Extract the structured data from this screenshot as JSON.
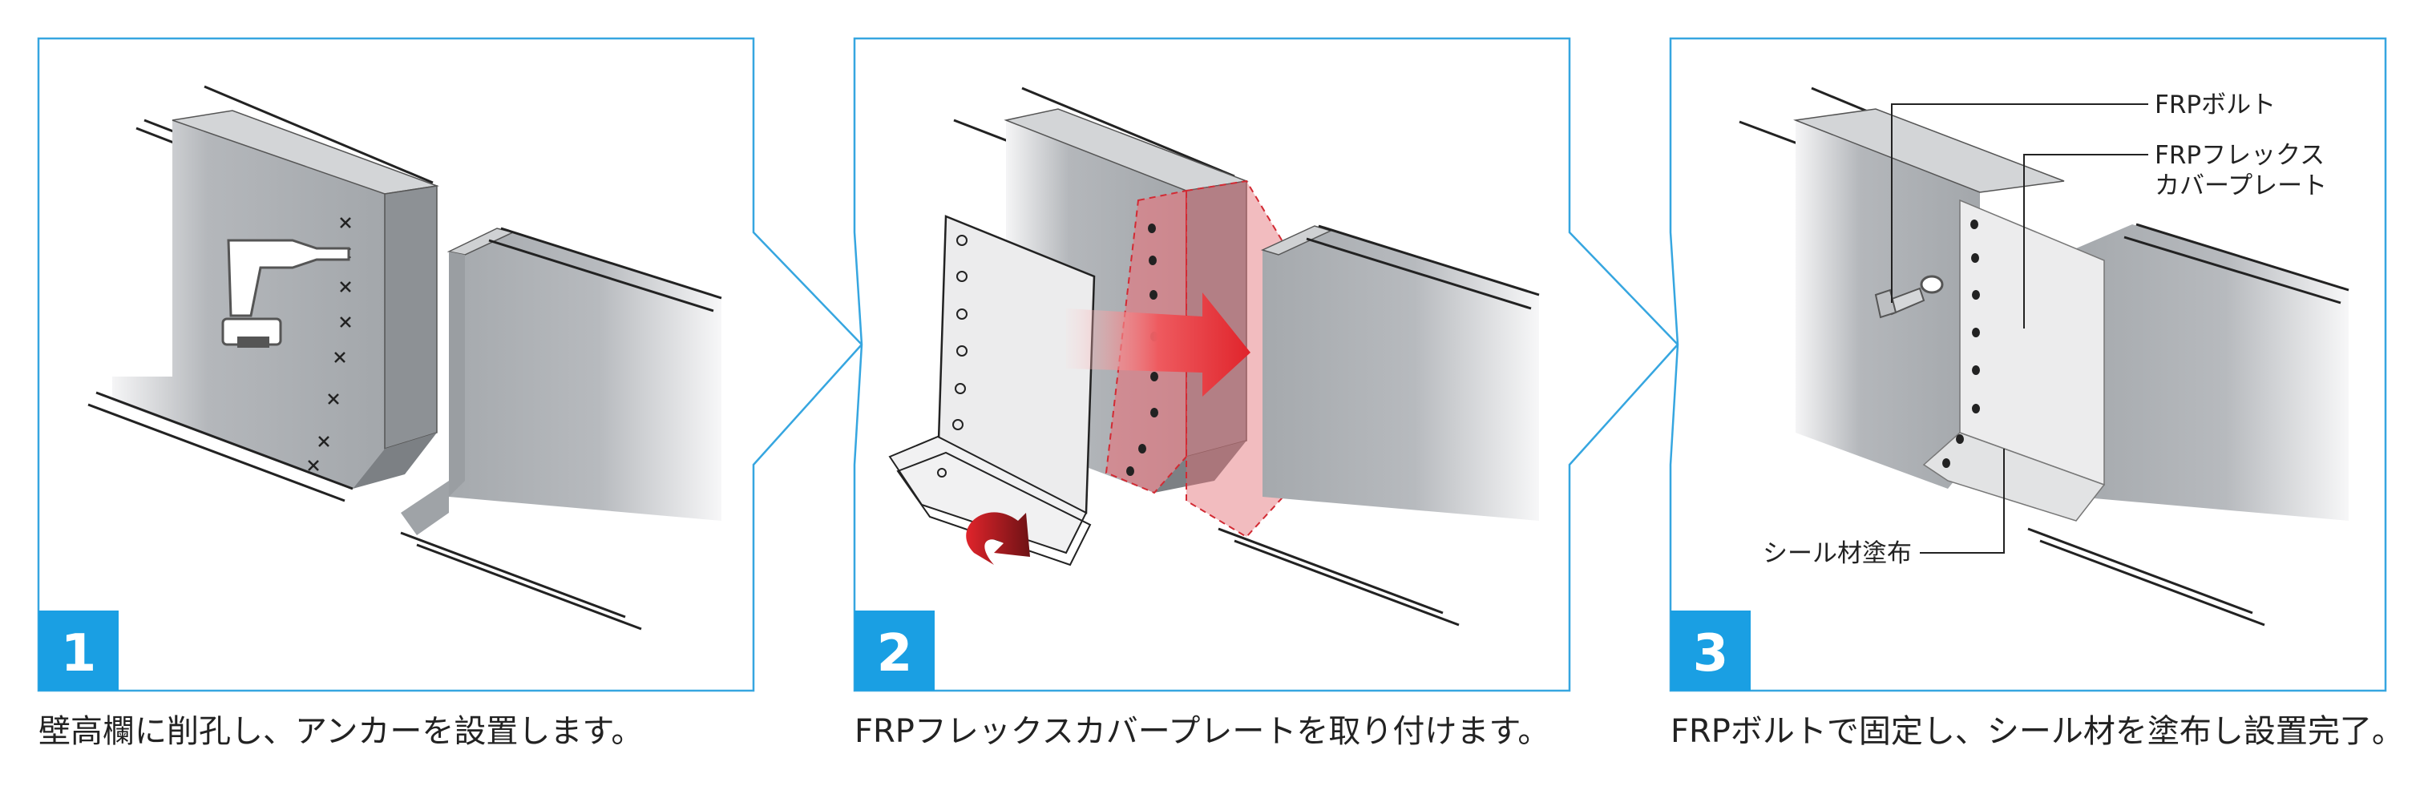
{
  "steps": [
    {
      "number": "1",
      "caption": "壁高欄に削孔し、アンカーを設置します。"
    },
    {
      "number": "2",
      "caption": "FRPフレックスカバープレートを取り付けます。"
    },
    {
      "number": "3",
      "caption": "FRPボルトで固定し、シール材を塗布し設置完了。"
    }
  ],
  "callouts": {
    "bolt": "FRPボルト",
    "plate_line1": "FRPフレックス",
    "plate_line2": "カバープレート",
    "sealant": "シール材塗布"
  },
  "colors": {
    "frame": "#36a6e0",
    "badge": "#1a9fe3",
    "badge_text": "#ffffff",
    "wall": "#aeb2b6",
    "wall_dark": "#8e9296",
    "wall_light": "#d6d8da",
    "arrow_red": "#e0242b",
    "plate_fill": "#e9e9ea",
    "plate_tint": "#c8464c"
  },
  "icons": {
    "drill": "drill-icon",
    "bolt": "bolt-icon",
    "washer": "washer-icon",
    "rotate": "rotate-arrow-icon"
  }
}
